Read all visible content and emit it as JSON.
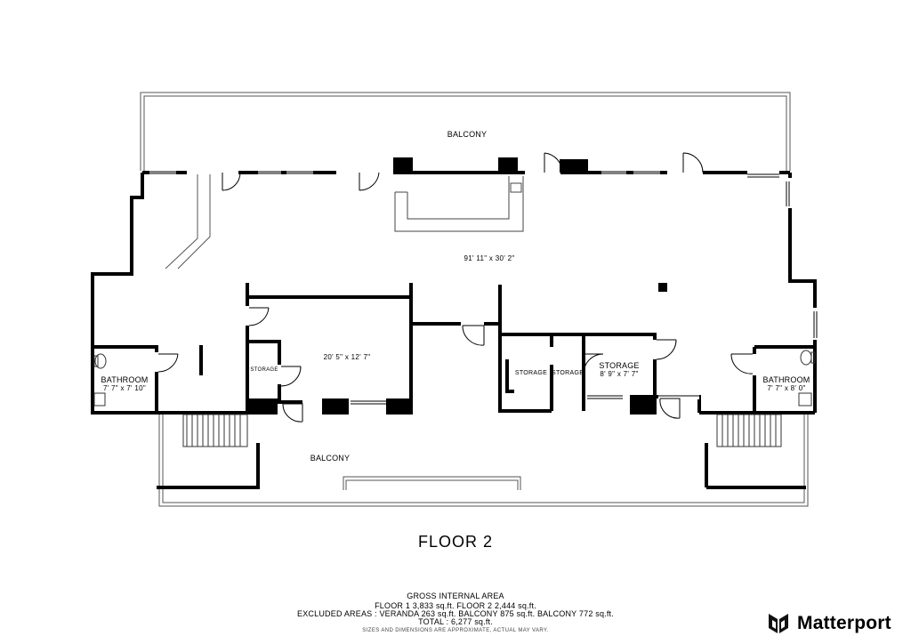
{
  "rooms": {
    "balcony_top": "BALCONY",
    "main_dim": "91' 11\" x 30' 2\"",
    "bathroom_left_name": "BATHROOM",
    "bathroom_left_dim": "7' 7\" x 7' 10\"",
    "center_room_dim": "20' 5\" x 12' 7\"",
    "storage_a": "STORAGE",
    "storage_b": "STORAGE",
    "storage_c": "STORAGE",
    "storage_main_name": "STORAGE",
    "storage_main_dim": "8' 9\" x 7' 7\"",
    "bathroom_right_name": "BATHROOM",
    "bathroom_right_dim": "7' 7\" x 8' 0\"",
    "balcony_bottom": "BALCONY"
  },
  "floor_title": "FLOOR 2",
  "summary": {
    "heading": "GROSS INTERNAL AREA",
    "floors": "FLOOR 1 3,833 sq.ft.   FLOOR 2 2,444 sq.ft.",
    "excluded": "EXCLUDED AREAS :  VERANDA 263 sq.ft.   BALCONY 875 sq.ft.   BALCONY 772 sq.ft.",
    "total": "TOTAL :  6,277 sq.ft.",
    "disclaimer": "SIZES AND DIMENSIONS ARE APPROXIMATE, ACTUAL MAY VARY."
  },
  "brand": {
    "name": "Matterport",
    "logo_icon": "matterport-logo-icon"
  }
}
